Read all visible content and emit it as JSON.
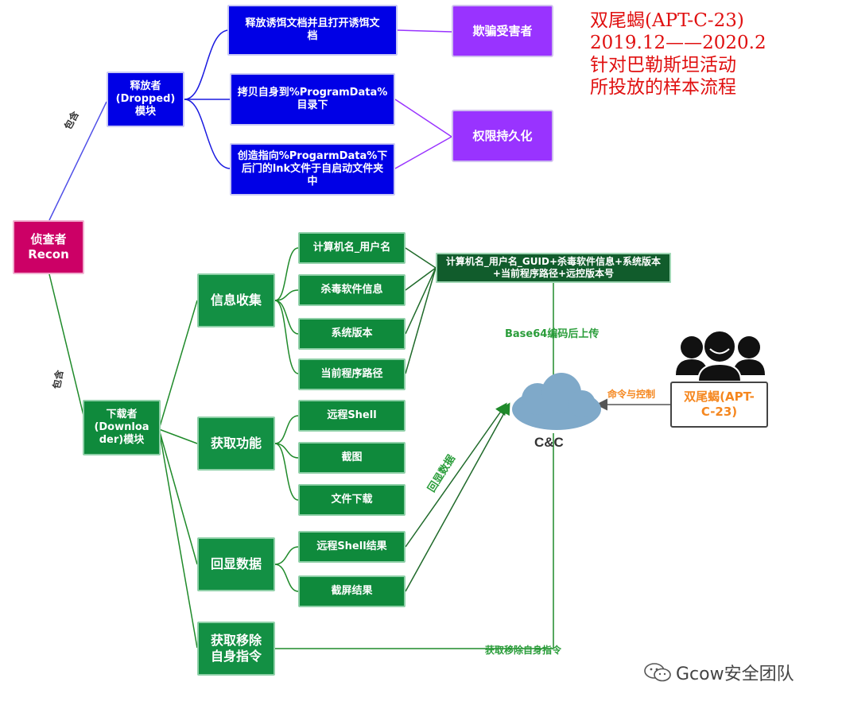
{
  "title": "双尾蝎(APT-C-23)\n2019.12——2020.2\n针对巴勒斯坦活动\n所投放的样本流程",
  "recon": "侦查者\nRecon",
  "contains_label": "包含",
  "dropper": {
    "node": "释放者\n(Dropped)\n模块",
    "steps": [
      "释放诱饵文档并且打开诱饵文\n档",
      "拷贝自身到%ProgramData%\n目录下",
      "创造指向%ProgarmData%下\n后门的lnk文件于自启动文件夹\n中"
    ],
    "results": [
      "欺骗受害者",
      "权限持久化"
    ]
  },
  "downloader": {
    "node": "下载者\n(Downloa\nder)模块",
    "groups": {
      "info": "信息收集",
      "func": "获取功能",
      "echo": "回显数据",
      "remove": "获取移除\n自身指令"
    },
    "info_items": [
      "计算机名_用户名",
      "杀毒软件信息",
      "系统版本",
      "当前程序路径"
    ],
    "func_items": [
      "远程Shell",
      "截图",
      "文件下载"
    ],
    "echo_items": [
      "远程Shell结果",
      "截屏结果"
    ],
    "summary": "计算机名_用户名_GUID+杀毒软件信息+系统版本\n+当前程序路径+远控版本号"
  },
  "edges": {
    "upload": "Base64编码后上传",
    "echo": "回显数据",
    "command": "命令与控制",
    "remove": "获取移除自身指令"
  },
  "cc": "C&C",
  "actor": "双尾蝎(APT-\nC-23)",
  "watermark": "Gcow安全团队",
  "colors": {
    "blue": "#0000e6",
    "purple": "#9933ff",
    "green": "#0f8a3c",
    "dark_green": "#115c2c",
    "recon": "#cc0066",
    "title": "#e01010",
    "orange": "#f5871f",
    "cloud": "#7fa9c9"
  }
}
